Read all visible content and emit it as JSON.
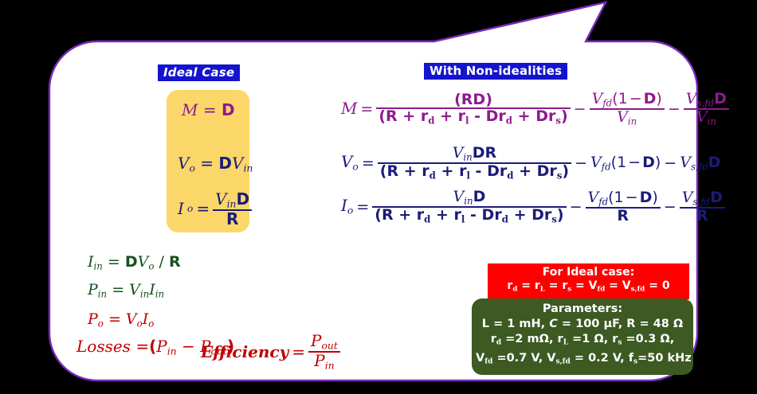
{
  "slide": {
    "bubble_border_color": "#7B2BBF",
    "bubble_fill_color": "#FFFFFF",
    "background_color": "#000000"
  },
  "headers": {
    "ideal": {
      "word1": "Ideal",
      "word2": "Case",
      "bg": "#1414CE",
      "fg": "#FFFFFF"
    },
    "nonideal": {
      "label": "With Non-idealities",
      "bg": "#1414CE",
      "fg": "#FFFFFF"
    }
  },
  "ideal_box": {
    "fill": "#FBD76A",
    "equations": [
      {
        "name": "voltage-gain",
        "lhs": "M",
        "rhs": "D",
        "color": "#8E1B8E"
      },
      {
        "name": "output-voltage",
        "lhs": "V",
        "lhs_sub": "o",
        "rhs": "DV",
        "rhs_sub": "in",
        "color": "#1B1C7A"
      },
      {
        "name": "output-current",
        "lhs": "I",
        "lhs_sub": "o",
        "num": "V",
        "num_sub": "in",
        "num_tail": "D",
        "den": "R",
        "color": "#1B1C7A"
      }
    ]
  },
  "nonideal": {
    "denominator": "(R + r",
    "equations": [
      {
        "name": "voltage-gain",
        "color": "#8E1B8E",
        "lhs": "M",
        "frac1_num": "(RD)",
        "frac1_den": "(R + r_d + r_l - Dr_d + Dr_s)",
        "term2_num": "V_fd(1 − D)",
        "term2_den": "V_in",
        "term3_num": "V_s,fd D",
        "term3_den": "V_in"
      },
      {
        "name": "output-voltage",
        "color": "#1B1C7A",
        "lhs": "V_o",
        "frac1_num": "V_in DR",
        "frac1_den": "(R + r_d + r_l - Dr_d + Dr_s)",
        "term2": "V_fd(1 − D)",
        "term3": "V_s,fd D"
      },
      {
        "name": "output-current",
        "color": "#1B1C7A",
        "lhs": "I_o",
        "frac1_num": "V_in D",
        "frac1_den": "(R + r_d + r_l - Dr_d + Dr_s)",
        "term2_num": "V_fd(1 − D)",
        "term2_den": "R",
        "term3_num": "V_s,fd D",
        "term3_den": "R"
      }
    ]
  },
  "power_equations": [
    {
      "name": "input-current",
      "text": "I_in = DV_o / R",
      "color": "#16521B"
    },
    {
      "name": "input-power",
      "text": "P_in = V_in I_in",
      "color": "#16521B"
    },
    {
      "name": "output-power",
      "text": "P_o = V_o I_o",
      "color": "#C00000"
    },
    {
      "name": "losses",
      "text": "Losses = (P_in − P_out)",
      "color": "#C00000"
    },
    {
      "name": "efficiency",
      "text": "Efficiency = P_out / P_in",
      "color": "#C00000"
    }
  ],
  "ideal_note": {
    "bg": "#FF0000",
    "fg": "#FFFFFF",
    "line1": "For Ideal case:",
    "line2_parts": [
      "r",
      "d",
      " = r",
      "L",
      " = r",
      "s",
      " = V",
      "fd",
      " = V",
      "s,fd",
      " = 0"
    ]
  },
  "parameters": {
    "bg": "#3C5A22",
    "fg": "#FFFFFF",
    "title": "Parameters:",
    "line1": {
      "inductance_label": "L",
      "inductance_value": "1 mH",
      "capacitance_label": "C",
      "capacitance_value": "100 µF",
      "resistance_label": "R",
      "resistance_value": "48 Ω"
    },
    "line2": {
      "rd_label": "r",
      "rd_sub": "d",
      "rd_value": "2 mΩ",
      "rl_label": "r",
      "rl_sub": "L",
      "rl_value": "1 Ω",
      "rs_label": "r",
      "rs_sub": "s",
      "rs_value": "0.3 Ω"
    },
    "line3": {
      "vfd_label": "V",
      "vfd_sub": "fd",
      "vfd_value": "0.7 V",
      "vsfd_label": "V",
      "vsfd_sub": "s,fd",
      "vsfd_value": "0.2 V",
      "fs_label": "f",
      "fs_sub": "s",
      "fs_value": "50 kHz"
    }
  },
  "symbols": {
    "eq": "=",
    "minus": "−",
    "plus": "+",
    "hyphen": "-",
    "comma": ",",
    "slash": "/",
    "lparen": "(",
    "rparen": ")",
    "one": "1",
    "zero": "0",
    "D": "D",
    "R": "R",
    "V": "V",
    "I": "I",
    "P": "P",
    "M": "M",
    "r": "r",
    "RD": "(RD)",
    "Efficiency": "Efficiency",
    "Losses": "Losses"
  }
}
